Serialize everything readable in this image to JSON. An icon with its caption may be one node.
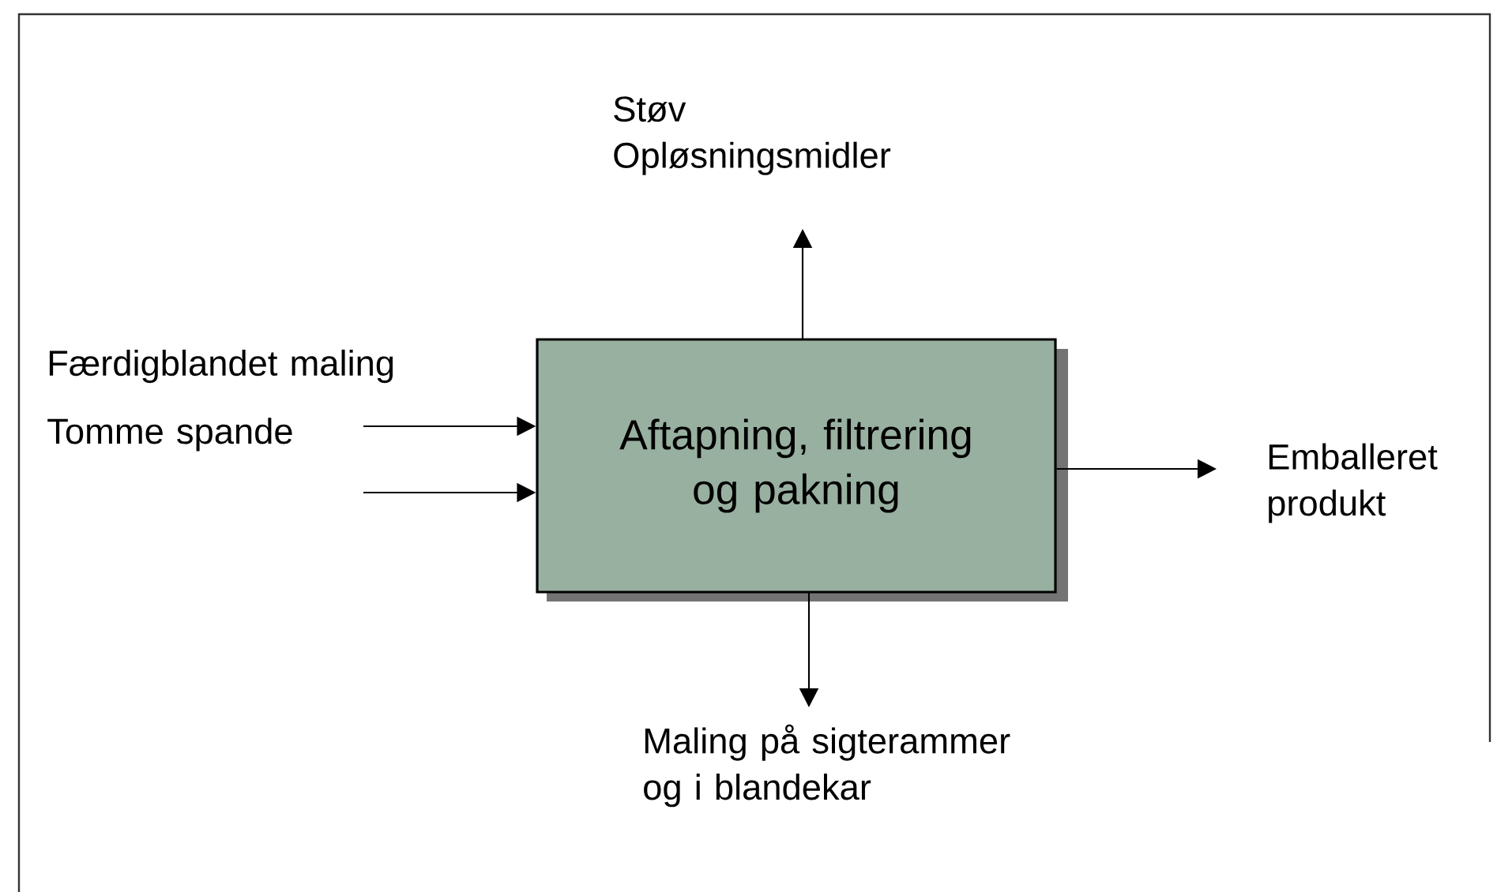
{
  "diagram": {
    "nodes": [
      {
        "text": [
          "Aftapning,  filtrering og pakning"
        ]
      },
      {
        "text": [
          "Færdigblandet maling"
        ]
      },
      {
        "text": [
          "Tomme spande"
        ]
      },
      {
        "text": [
          "Støv Opløsningsmidler"
        ]
      },
      {
        "text": [
          "Emballeret produkt"
        ]
      },
      {
        "text": [
          "Maling på sigterammer og i blandekar"
        ]
      }
    ],
    "edges": [
      {
        "from": 1,
        "to": 0,
        "arrow": "to"
      },
      {
        "from": 2,
        "to": 0,
        "arrow": "to"
      },
      {
        "from": 0,
        "to": 3,
        "arrow": "to"
      },
      {
        "from": 0,
        "to": 4,
        "arrow": "to"
      },
      {
        "from": 0,
        "to": 5,
        "arrow": "to"
      }
    ]
  }
}
